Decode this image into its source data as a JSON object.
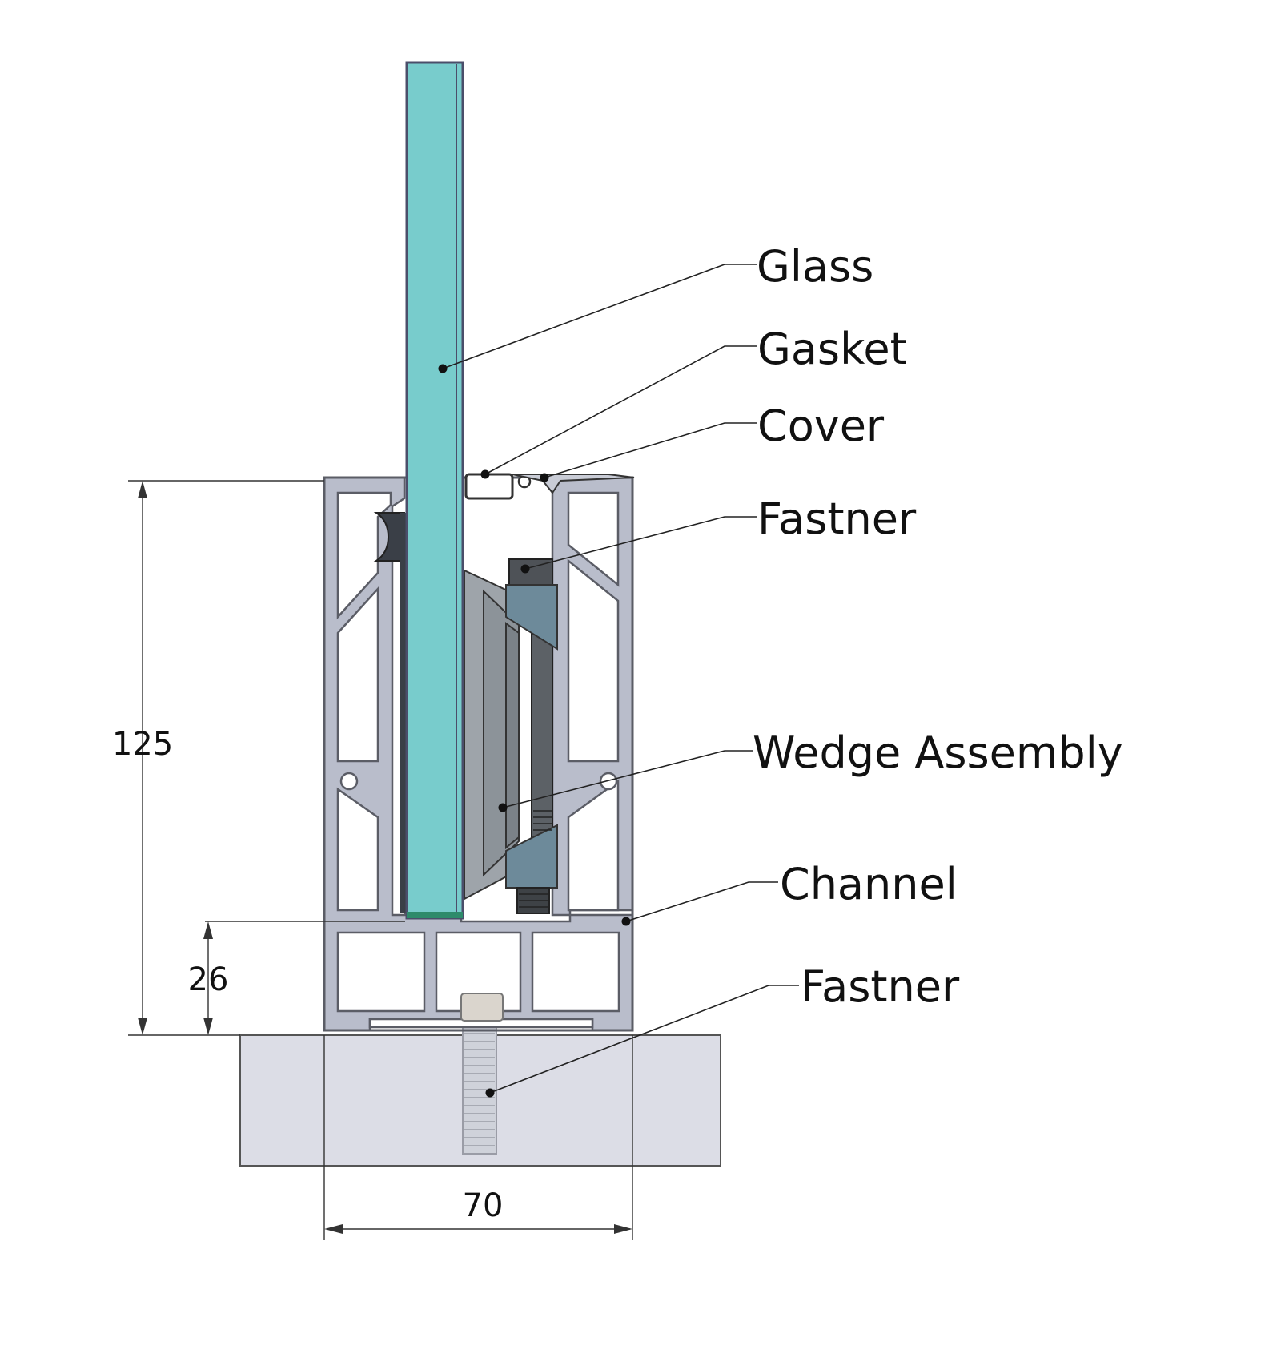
{
  "labels": {
    "glass": "Glass",
    "gasket": "Gasket",
    "cover": "Cover",
    "fastner_top": "Fastner",
    "wedge_assembly": "Wedge Assembly",
    "channel": "Channel",
    "fastner_bottom": "Fastner"
  },
  "dimensions": {
    "height": "125",
    "base_height": "26",
    "width": "70"
  },
  "colors": {
    "glass": "#78cccc",
    "channel": "#b9bdcb",
    "concrete": "#dcdde6",
    "wedge": "#8c9399",
    "fastener_block": "#6d8a9a",
    "outline": "#5b5d66"
  }
}
